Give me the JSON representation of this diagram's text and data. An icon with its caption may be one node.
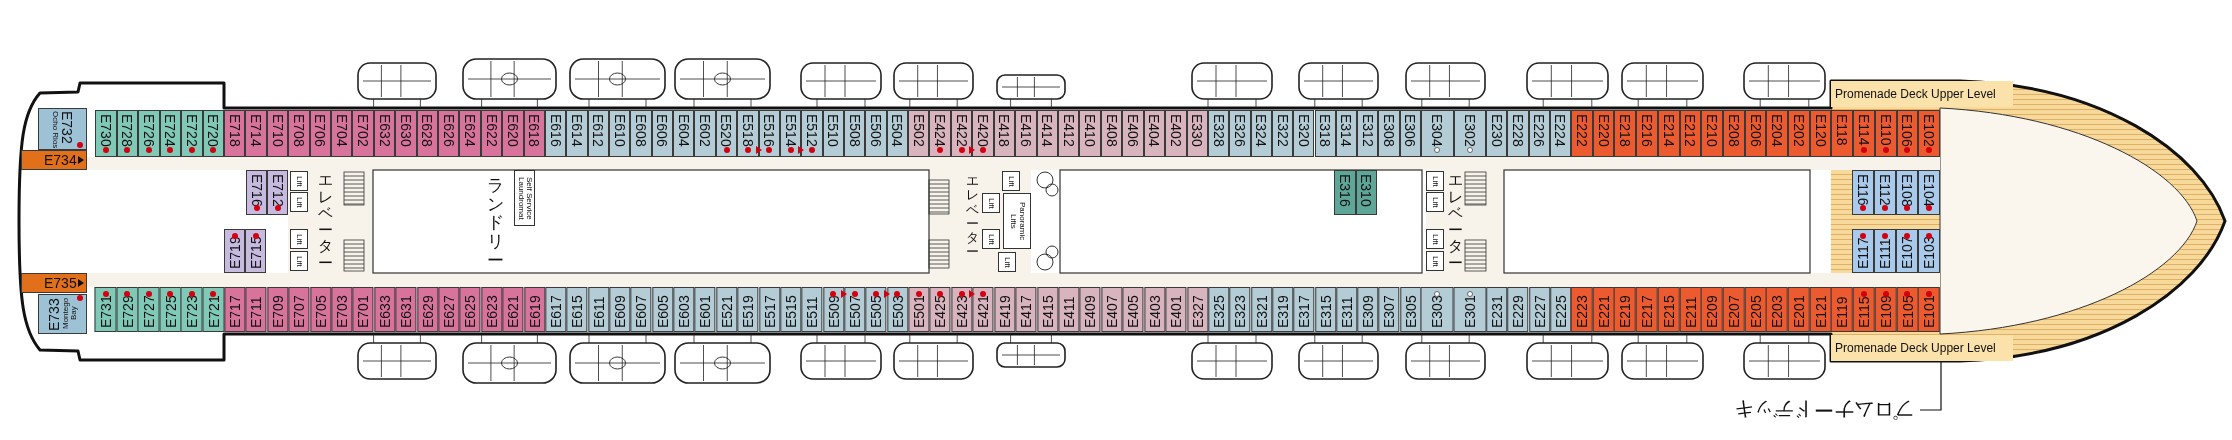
{
  "diagram": {
    "nodes": [
      {
        "text": [
          "Promenade Deck Upper Level"
        ]
      },
      {
        "text": [
          "E732",
          "Ocho Rios"
        ]
      },
      {
        "text": [
          "E730"
        ]
      },
      {
        "text": [
          "E728"
        ]
      },
      {
        "text": [
          "E726"
        ]
      },
      {
        "text": [
          "E724"
        ]
      },
      {
        "text": [
          "E722"
        ]
      },
      {
        "text": [
          "E720"
        ]
      },
      {
        "text": [
          "E718"
        ]
      },
      {
        "text": [
          "E714"
        ]
      },
      {
        "text": [
          "E710"
        ]
      },
      {
        "text": [
          "E708"
        ]
      },
      {
        "text": [
          "E706"
        ]
      },
      {
        "text": [
          "E704"
        ]
      },
      {
        "text": [
          "E702"
        ]
      },
      {
        "text": [
          "E632"
        ]
      },
      {
        "text": [
          "E630"
        ]
      },
      {
        "text": [
          "E628"
        ]
      },
      {
        "text": [
          "E626"
        ]
      },
      {
        "text": [
          "E624"
        ]
      },
      {
        "text": [
          "E622"
        ]
      },
      {
        "text": [
          "E620"
        ]
      },
      {
        "text": [
          "E618"
        ]
      },
      {
        "text": [
          "E616"
        ]
      },
      {
        "text": [
          "E614"
        ]
      },
      {
        "text": [
          "E612"
        ]
      },
      {
        "text": [
          "E610"
        ]
      },
      {
        "text": [
          "E608"
        ]
      },
      {
        "text": [
          "E606"
        ]
      },
      {
        "text": [
          "E604"
        ]
      },
      {
        "text": [
          "E602"
        ]
      },
      {
        "text": [
          "E520"
        ]
      },
      {
        "text": [
          "E518"
        ]
      },
      {
        "text": [
          "E516"
        ]
      },
      {
        "text": [
          "E514"
        ]
      },
      {
        "text": [
          "E512"
        ]
      },
      {
        "text": [
          "E510"
        ]
      },
      {
        "text": [
          "E508"
        ]
      },
      {
        "text": [
          "E506"
        ]
      },
      {
        "text": [
          "E504"
        ]
      },
      {
        "text": [
          "E502"
        ]
      },
      {
        "text": [
          "E424"
        ]
      },
      {
        "text": [
          "E422"
        ]
      },
      {
        "text": [
          "E420"
        ]
      },
      {
        "text": [
          "E418"
        ]
      },
      {
        "text": [
          "E416"
        ]
      },
      {
        "text": [
          "E414"
        ]
      },
      {
        "text": [
          "E412"
        ]
      },
      {
        "text": [
          "E410"
        ]
      },
      {
        "text": [
          "E408"
        ]
      },
      {
        "text": [
          "E406"
        ]
      },
      {
        "text": [
          "E404"
        ]
      },
      {
        "text": [
          "E402"
        ]
      },
      {
        "text": [
          "E330"
        ]
      },
      {
        "text": [
          "E328"
        ]
      },
      {
        "text": [
          "E326"
        ]
      },
      {
        "text": [
          "E324"
        ]
      },
      {
        "text": [
          "E322"
        ]
      },
      {
        "text": [
          "E320"
        ]
      },
      {
        "text": [
          "E318"
        ]
      },
      {
        "text": [
          "E314"
        ]
      },
      {
        "text": [
          "E312"
        ]
      },
      {
        "text": [
          "E308"
        ]
      },
      {
        "text": [
          "E306"
        ]
      },
      {
        "text": [
          "E304"
        ]
      },
      {
        "text": [
          "E302"
        ]
      },
      {
        "text": [
          "E230"
        ]
      },
      {
        "text": [
          "E228"
        ]
      },
      {
        "text": [
          "E226"
        ]
      },
      {
        "text": [
          "E224"
        ]
      },
      {
        "text": [
          "E222"
        ]
      },
      {
        "text": [
          "E220"
        ]
      },
      {
        "text": [
          "E218"
        ]
      },
      {
        "text": [
          "E216"
        ]
      },
      {
        "text": [
          "E214"
        ]
      },
      {
        "text": [
          "E212"
        ]
      },
      {
        "text": [
          "E210"
        ]
      },
      {
        "text": [
          "E208"
        ]
      },
      {
        "text": [
          "E206"
        ]
      },
      {
        "text": [
          "E204"
        ]
      },
      {
        "text": [
          "E202"
        ]
      },
      {
        "text": [
          "E120"
        ]
      },
      {
        "text": [
          "E118"
        ]
      },
      {
        "text": [
          "E114"
        ]
      },
      {
        "text": [
          "E110"
        ]
      },
      {
        "text": [
          "E106"
        ]
      },
      {
        "text": [
          "E102"
        ]
      },
      {
        "text": [
          "E734"
        ]
      },
      {
        "text": [
          "E716"
        ]
      },
      {
        "text": [
          "E712"
        ]
      },
      {
        "text": [
          "Lift"
        ]
      },
      {
        "text": [
          "Lift"
        ]
      },
      {
        "text": [
          "Lift"
        ]
      },
      {
        "text": [
          "Lift"
        ]
      },
      {
        "text": [
          "Self Service Laundromat"
        ]
      },
      {
        "text": [
          "Lift"
        ]
      },
      {
        "text": [
          "Lift"
        ]
      },
      {
        "text": [
          "Lift"
        ]
      },
      {
        "text": [
          "Lift"
        ]
      },
      {
        "text": [
          "Panoramic Lifts"
        ]
      },
      {
        "text": [
          "E316"
        ]
      },
      {
        "text": [
          "E310"
        ]
      },
      {
        "text": [
          "Lift"
        ]
      },
      {
        "text": [
          "Lift"
        ]
      },
      {
        "text": [
          "Lift"
        ]
      },
      {
        "text": [
          "Lift"
        ]
      },
      {
        "text": [
          "E116"
        ]
      },
      {
        "text": [
          "E112"
        ]
      },
      {
        "text": [
          "E108"
        ]
      },
      {
        "text": [
          "E104"
        ]
      },
      {
        "text": [
          "E719"
        ]
      },
      {
        "text": [
          "E715"
        ]
      },
      {
        "text": [
          "E117"
        ]
      },
      {
        "text": [
          "E111"
        ]
      },
      {
        "text": [
          "E107"
        ]
      },
      {
        "text": [
          "E103"
        ]
      },
      {
        "text": [
          "E735"
        ]
      },
      {
        "text": [
          "E733",
          "Montego Bay"
        ]
      },
      {
        "text": [
          "E731"
        ]
      },
      {
        "text": [
          "E729"
        ]
      },
      {
        "text": [
          "E727"
        ]
      },
      {
        "text": [
          "E725"
        ]
      },
      {
        "text": [
          "E723"
        ]
      },
      {
        "text": [
          "E721"
        ]
      },
      {
        "text": [
          "E717"
        ]
      },
      {
        "text": [
          "E711"
        ]
      },
      {
        "text": [
          "E709"
        ]
      },
      {
        "text": [
          "E707"
        ]
      },
      {
        "text": [
          "E705"
        ]
      },
      {
        "text": [
          "E703"
        ]
      },
      {
        "text": [
          "E701"
        ]
      },
      {
        "text": [
          "E633"
        ]
      },
      {
        "text": [
          "E631"
        ]
      },
      {
        "text": [
          "E629"
        ]
      },
      {
        "text": [
          "E627"
        ]
      },
      {
        "text": [
          "E625"
        ]
      },
      {
        "text": [
          "E623"
        ]
      },
      {
        "text": [
          "E621"
        ]
      },
      {
        "text": [
          "E619"
        ]
      },
      {
        "text": [
          "E617"
        ]
      },
      {
        "text": [
          "E615"
        ]
      },
      {
        "text": [
          "E611"
        ]
      },
      {
        "text": [
          "E609"
        ]
      },
      {
        "text": [
          "E607"
        ]
      },
      {
        "text": [
          "E605"
        ]
      },
      {
        "text": [
          "E603"
        ]
      },
      {
        "text": [
          "E601"
        ]
      },
      {
        "text": [
          "E521"
        ]
      },
      {
        "text": [
          "E519"
        ]
      },
      {
        "text": [
          "E517"
        ]
      },
      {
        "text": [
          "E515"
        ]
      },
      {
        "text": [
          "E511"
        ]
      },
      {
        "text": [
          "E509"
        ]
      },
      {
        "text": [
          "E507"
        ]
      },
      {
        "text": [
          "E505"
        ]
      },
      {
        "text": [
          "E503"
        ]
      },
      {
        "text": [
          "E501"
        ]
      },
      {
        "text": [
          "E425"
        ]
      },
      {
        "text": [
          "E423"
        ]
      },
      {
        "text": [
          "E421"
        ]
      },
      {
        "text": [
          "E419"
        ]
      },
      {
        "text": [
          "E417"
        ]
      },
      {
        "text": [
          "E415"
        ]
      },
      {
        "text": [
          "E411"
        ]
      },
      {
        "text": [
          "E409"
        ]
      },
      {
        "text": [
          "E407"
        ]
      },
      {
        "text": [
          "E405"
        ]
      },
      {
        "text": [
          "E403"
        ]
      },
      {
        "text": [
          "E401"
        ]
      },
      {
        "text": [
          "E327"
        ]
      },
      {
        "text": [
          "E325"
        ]
      },
      {
        "text": [
          "E323"
        ]
      },
      {
        "text": [
          "E321"
        ]
      },
      {
        "text": [
          "E319"
        ]
      },
      {
        "text": [
          "E317"
        ]
      },
      {
        "text": [
          "E315"
        ]
      },
      {
        "text": [
          "E311"
        ]
      },
      {
        "text": [
          "E309"
        ]
      },
      {
        "text": [
          "E307"
        ]
      },
      {
        "text": [
          "E305"
        ]
      },
      {
        "text": [
          "E303"
        ]
      },
      {
        "text": [
          "E301"
        ]
      },
      {
        "text": [
          "E231"
        ]
      },
      {
        "text": [
          "E229"
        ]
      },
      {
        "text": [
          "E227"
        ]
      },
      {
        "text": [
          "E225"
        ]
      },
      {
        "text": [
          "E223"
        ]
      },
      {
        "text": [
          "E221"
        ]
      },
      {
        "text": [
          "E219"
        ]
      },
      {
        "text": [
          "E217"
        ]
      },
      {
        "text": [
          "E215"
        ]
      },
      {
        "text": [
          "E211"
        ]
      },
      {
        "text": [
          "E209"
        ]
      },
      {
        "text": [
          "E207"
        ]
      },
      {
        "text": [
          "E205"
        ]
      },
      {
        "text": [
          "E203"
        ]
      },
      {
        "text": [
          "E201"
        ]
      },
      {
        "text": [
          "E121"
        ]
      },
      {
        "text": [
          "E119"
        ]
      },
      {
        "text": [
          "E115"
        ]
      },
      {
        "text": [
          "E109"
        ]
      },
      {
        "text": [
          "E105"
        ]
      },
      {
        "text": [
          "E101"
        ]
      },
      {
        "text": [
          "Promenade Deck Upper Level"
        ]
      },
      {
        "text": [
          "プロムナードデッキ"
        ]
      }
    ],
    "edges": [
      {
        "from": 204,
        "to": 203,
        "arrow": "none"
      }
    ],
    "labels": [
      "エレベーター",
      "ランドリー",
      "エレベーター",
      "エレベーター"
    ]
  }
}
